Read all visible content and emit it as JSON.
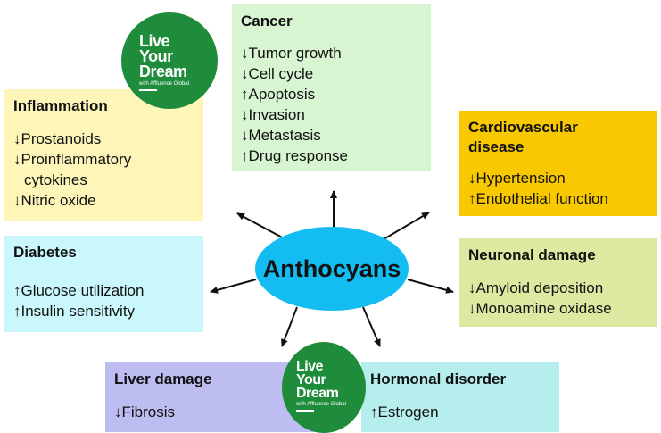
{
  "center": {
    "label": "Anthocyans"
  },
  "boxes": {
    "cancer": {
      "title": "Cancer",
      "items": [
        "↓Tumor growth",
        "↓Cell cycle",
        "↑Apoptosis",
        "↓Invasion",
        "↓Metastasis",
        "↑Drug response"
      ]
    },
    "inflammation": {
      "title": "Inflammation",
      "items": [
        "↓Prostanoids",
        "↓Proinflammatory",
        "cytokines",
        "↓Nitric oxide"
      ]
    },
    "cardiovascular": {
      "title_line1": "Cardiovascular",
      "title_line2": "disease",
      "items": [
        "↓Hypertension",
        "↑Endothelial function"
      ]
    },
    "diabetes": {
      "title": "Diabetes",
      "items": [
        "↑Glucose utilization",
        "↑Insulin sensitivity"
      ]
    },
    "neuronal": {
      "title": "Neuronal damage",
      "items": [
        "↓Amyloid deposition",
        "↓Monoamine oxidase"
      ]
    },
    "liver": {
      "title": "Liver damage",
      "items": [
        "↓Fibrosis"
      ]
    },
    "hormonal": {
      "title": "Hormonal disorder",
      "items": [
        "↑Estrogen"
      ]
    }
  },
  "watermark": {
    "line1": "Live",
    "line2": "Your",
    "line3": "Dream",
    "sub": "with Affluence Global"
  },
  "colors": {
    "cancer": "#d6f5d0",
    "inflammation": "#fdf6b8",
    "cardiovascular": "#f8c800",
    "diabetes": "#c9f7fb",
    "neuronal": "#dde8a0",
    "liver": "#bdbdf2",
    "hormonal": "#b6eeee",
    "center": "#13bdf2",
    "logo": "#1e8c3a"
  }
}
